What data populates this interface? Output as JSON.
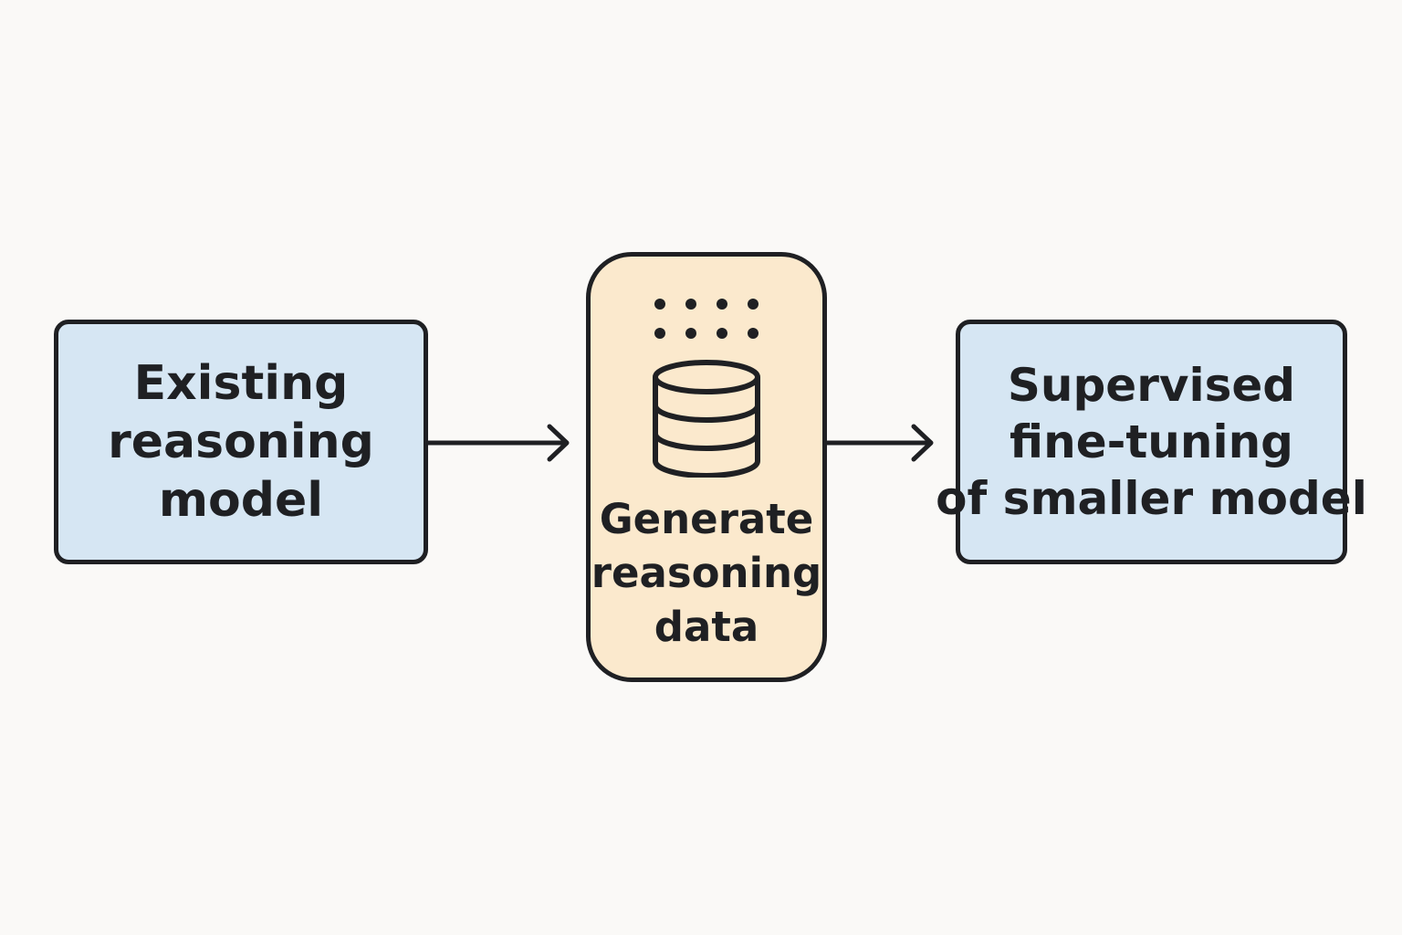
{
  "nodes": {
    "existing_model": {
      "lines": [
        "Existing",
        "reasoning",
        "model"
      ]
    },
    "generate_data": {
      "lines": [
        "Generate",
        "reasoning",
        "data"
      ],
      "icon": "database-icon",
      "dots_icon": "data-dots-icon"
    },
    "sft": {
      "lines": [
        "Supervised",
        "fine-tuning",
        "of smaller model"
      ]
    }
  },
  "edges": [
    {
      "from": "existing_model",
      "to": "generate_data"
    },
    {
      "from": "generate_data",
      "to": "sft"
    }
  ],
  "colors": {
    "blue_fill": "#d6e6f3",
    "orange_fill": "#fbe9cd",
    "stroke": "#1f2023",
    "background": "#faf9f7"
  }
}
